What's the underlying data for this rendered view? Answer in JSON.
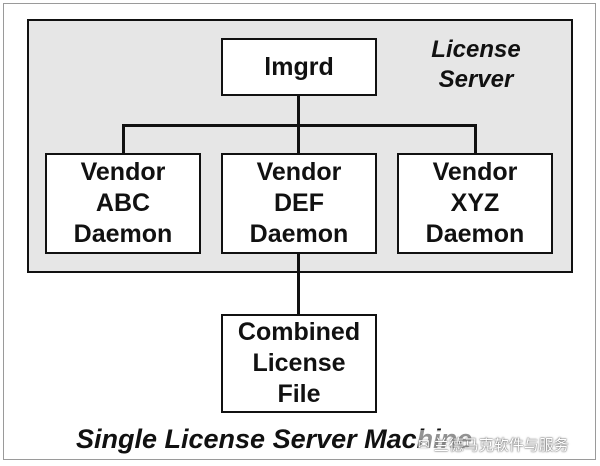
{
  "server_label": "License\nServer",
  "lmgrd": "lmgrd",
  "vendors": [
    {
      "label": "Vendor\nABC\nDaemon"
    },
    {
      "label": "Vendor\nDEF\nDaemon"
    },
    {
      "label": "Vendor\nXYZ\nDaemon"
    }
  ],
  "license_file": "Combined\nLicense\nFile",
  "caption": "Single License Server Machine",
  "watermark": "兰德马克软件与服务",
  "watermark_icon": "chat-bubble-icon"
}
